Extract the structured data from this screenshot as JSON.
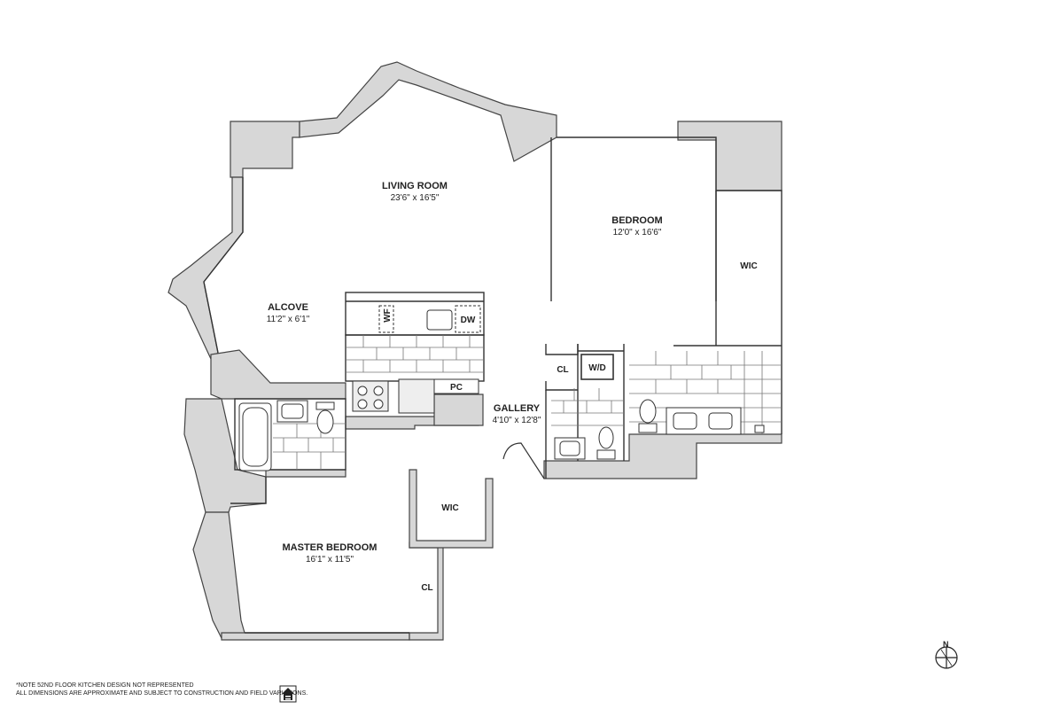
{
  "rooms": {
    "living_room": {
      "name": "LIVING ROOM",
      "dims": "23'6\" x 16'5\""
    },
    "alcove": {
      "name": "ALCOVE",
      "dims": "11'2\" x 6'1\""
    },
    "bedroom": {
      "name": "BEDROOM",
      "dims": "12'0\" x 16'6\""
    },
    "gallery": {
      "name": "GALLERY",
      "dims": "4'10\" x 12'8\""
    },
    "master_bedroom": {
      "name": "MASTER BEDROOM",
      "dims": "16'1\" x 11'5\""
    }
  },
  "closets": {
    "wic_bedroom": "WIC",
    "wic_master": "WIC",
    "cl_gallery": "CL",
    "cl_master": "CL"
  },
  "fixtures": {
    "washer_dryer": "W/D",
    "dishwasher": "DW",
    "wine_fridge": "WF",
    "pantry_cabinet": "PC"
  },
  "notes": [
    "*NOTE 52ND FLOOR KITCHEN DESIGN NOT REPRESENTED",
    "ALL DIMENSIONS ARE APPROXIMATE AND SUBJECT TO CONSTRUCTION AND FIELD VARIATIONS."
  ],
  "compass": {
    "label": "N",
    "icon": "north-arrow-icon"
  },
  "logo": {
    "icon": "equal-housing-opportunity-logo"
  }
}
